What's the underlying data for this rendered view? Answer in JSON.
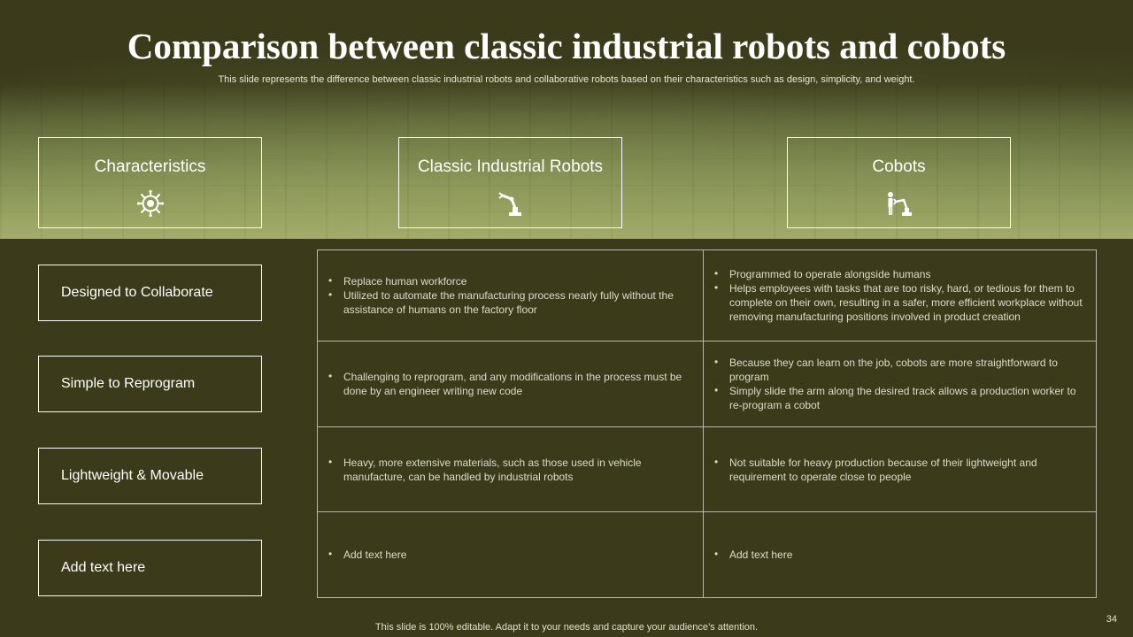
{
  "slide": {
    "title": "Comparison between classic industrial robots and cobots",
    "subtitle": "This slide represents the difference between classic industrial robots and collaborative robots based on their characteristics such as design, simplicity, and weight.",
    "footer": "This slide is 100% editable. Adapt it to your needs and capture your audience’s attention.",
    "page_number": "34"
  },
  "headers": [
    {
      "label": "Characteristics",
      "icon": "gear-icon"
    },
    {
      "label": "Classic Industrial Robots",
      "icon": "robot-arm-icon"
    },
    {
      "label": "Cobots",
      "icon": "person-robot-icon"
    }
  ],
  "rows": [
    {
      "characteristic": "Designed to Collaborate",
      "classic": [
        "Replace human workforce",
        "Utilized to automate the manufacturing process nearly fully without the assistance of humans on the factory floor"
      ],
      "cobots": [
        "Programmed to operate  alongside humans",
        "Helps employees with tasks that are too risky, hard, or tedious for them to complete on their own, resulting in a safer, more efficient workplace without removing  manufacturing  positions involved  in product creation"
      ]
    },
    {
      "characteristic": "Simple to Reprogram",
      "classic": [
        "Challenging  to reprogram,  and any modifications in the process must be done by an engineer  writing new code"
      ],
      "cobots": [
        "Because they can learn on the job, cobots are more straightforward to program",
        "Simply slide the arm along the desired track allows a production worker to re-program  a cobot"
      ]
    },
    {
      "characteristic": "Lightweight & Movable",
      "classic": [
        "Heavy,  more extensive materials, such as those used in vehicle manufacture,  can be handled  by industrial robots"
      ],
      "cobots": [
        "Not suitable for heavy  production because of their lightweight and requirement  to operate  close to people"
      ]
    },
    {
      "characteristic": "Add text here",
      "classic": [
        "Add text here"
      ],
      "cobots": [
        "Add text here"
      ]
    }
  ],
  "colors": {
    "background": "#3b3b1b",
    "band_light": "#a4ae6c",
    "border": "#ffffff",
    "grid_line": "#b9b9a8",
    "body_text": "#dcdccc"
  }
}
